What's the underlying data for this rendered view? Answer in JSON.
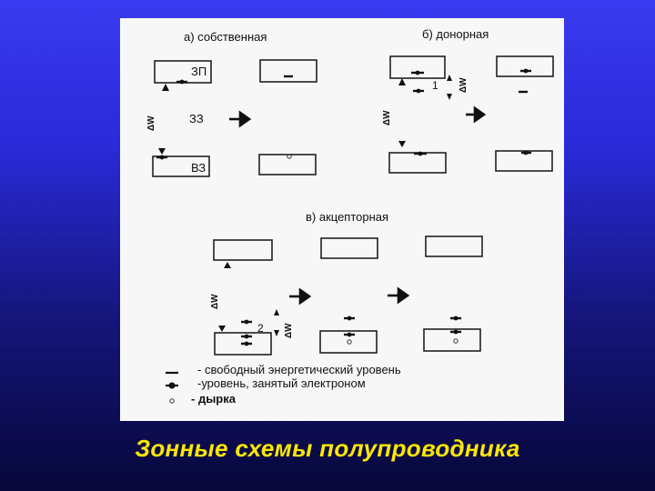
{
  "title": "Зонные схемы полупроводника",
  "panel_a": {
    "title": "а) собственная",
    "cb": "ЗП",
    "gap": "ЗЗ",
    "vb": "ВЗ"
  },
  "panel_b": {
    "title": "б) донорная",
    "level": "1"
  },
  "panel_c": {
    "title": "в) акцепторная",
    "level": "2"
  },
  "legend": {
    "free": "- свободный энергетический уровень",
    "occupied": "-уровень, занятый электроном",
    "hole": "- дырка"
  },
  "colors": {
    "background": "#2a2ad8",
    "caption": "#ffe600",
    "panel": "#f7f7f7"
  }
}
